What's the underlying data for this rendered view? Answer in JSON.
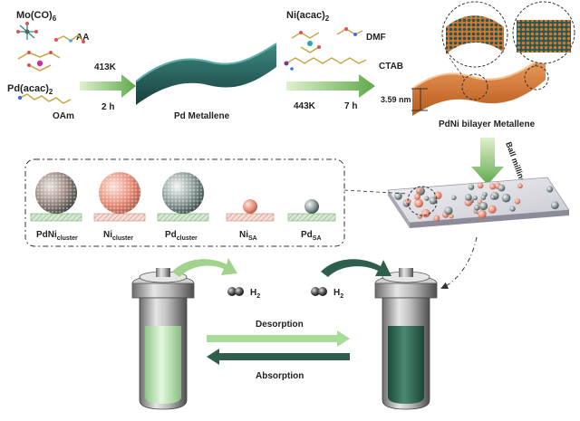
{
  "reagents": {
    "mo_co6": "Mo(CO)6",
    "aa": "AA",
    "pd_acac2": "Pd(acac)2",
    "oam": "OAm",
    "ni_acac2": "Ni(acac)2",
    "dmf": "DMF",
    "ctab": "CTAB"
  },
  "step1": {
    "temperature": "413K",
    "time": "2 h"
  },
  "step2": {
    "temperature": "443K",
    "time": "7 h"
  },
  "products": {
    "pd_metallene": "Pd Metallene",
    "pdni_bilayer": "PdNi bilayer Metallene",
    "thickness": "3.59 nm"
  },
  "ball_milling": "Ball milling",
  "species": [
    {
      "main": "PdNi",
      "sub": "cluster"
    },
    {
      "main": "Ni",
      "sub": "cluster"
    },
    {
      "main": "Pd",
      "sub": "cluster"
    },
    {
      "main": "Ni",
      "sub": "SA"
    },
    {
      "main": "Pd",
      "sub": "SA"
    }
  ],
  "hydrogen": {
    "left": "H2",
    "right": "H2"
  },
  "process": {
    "desorption": "Desorption",
    "absorption": "Absorption"
  },
  "colors": {
    "metallene_teal": "#1f5a57",
    "metallene_orange": "#d9762e",
    "green_arrow": "#8cc56a",
    "dark_green": "#2f5f4b",
    "light_green": "#c9ecc4",
    "ni_pink": "#e8907c",
    "pd_grey": "#8a9a98"
  }
}
